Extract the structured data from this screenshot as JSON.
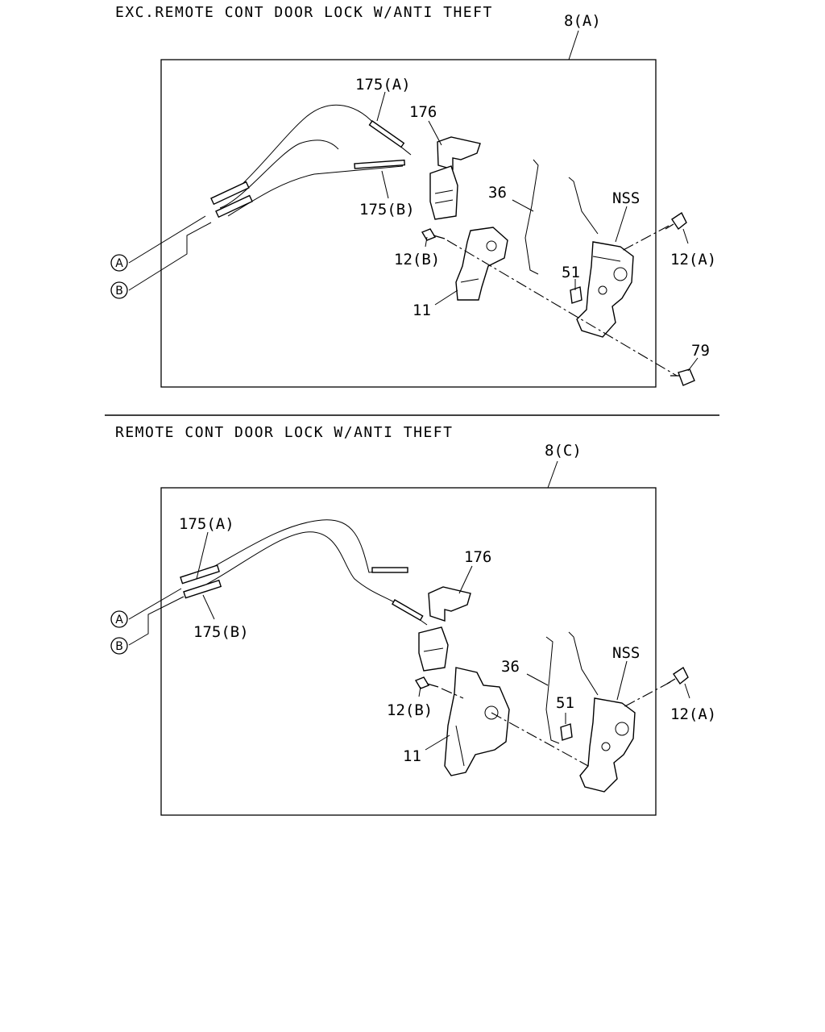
{
  "sections": [
    {
      "heading": "EXC.REMOTE CONT DOOR LOCK W/ANTI THEFT",
      "assembly_ref": "8(A)",
      "callouts": {
        "p175a": "175(A)",
        "p176": "176",
        "p175b": "175(B)",
        "p36": "36",
        "nss": "NSS",
        "p12a": "12(A)",
        "p12b": "12(B)",
        "p51": "51",
        "p11": "11",
        "p79": "79"
      },
      "connectors": {
        "a": "A",
        "b": "B"
      }
    },
    {
      "heading": "REMOTE CONT DOOR LOCK W/ANTI THEFT",
      "assembly_ref": "8(C)",
      "callouts": {
        "p175a": "175(A)",
        "p175b": "175(B)",
        "p176": "176",
        "p36": "36",
        "nss": "NSS",
        "p51": "51",
        "p12b": "12(B)",
        "p12a": "12(A)",
        "p11": "11"
      },
      "connectors": {
        "a": "A",
        "b": "B"
      }
    }
  ]
}
